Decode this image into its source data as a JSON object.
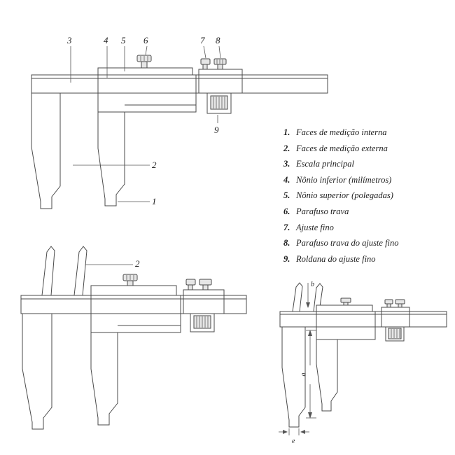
{
  "colors": {
    "line": "#4a4a4a",
    "text": "#222222",
    "metal_fill": "#e6e6e6"
  },
  "legend": {
    "items": [
      {
        "num": "1.",
        "label": "Faces de medição interna"
      },
      {
        "num": "2.",
        "label": "Faces de medição externa"
      },
      {
        "num": "3.",
        "label": "Escala principal"
      },
      {
        "num": "4.",
        "label": "Nônio inferior (milímetros)"
      },
      {
        "num": "5.",
        "label": "Nônio superior (polegadas)"
      },
      {
        "num": "6.",
        "label": "Parafuso trava"
      },
      {
        "num": "7.",
        "label": "Ajuste fino"
      },
      {
        "num": "8.",
        "label": "Parafuso trava do ajuste fino"
      },
      {
        "num": "9.",
        "label": "Roldana do ajuste fino"
      }
    ]
  },
  "callouts": {
    "top": {
      "n1": "1",
      "n2": "2",
      "n3": "3",
      "n4": "4",
      "n5": "5",
      "n6": "6",
      "n7": "7",
      "n8": "8",
      "n9": "9"
    },
    "bottom_left": {
      "n2": "2"
    },
    "dimensions": {
      "a": "a",
      "b": "b",
      "e": "e"
    }
  }
}
